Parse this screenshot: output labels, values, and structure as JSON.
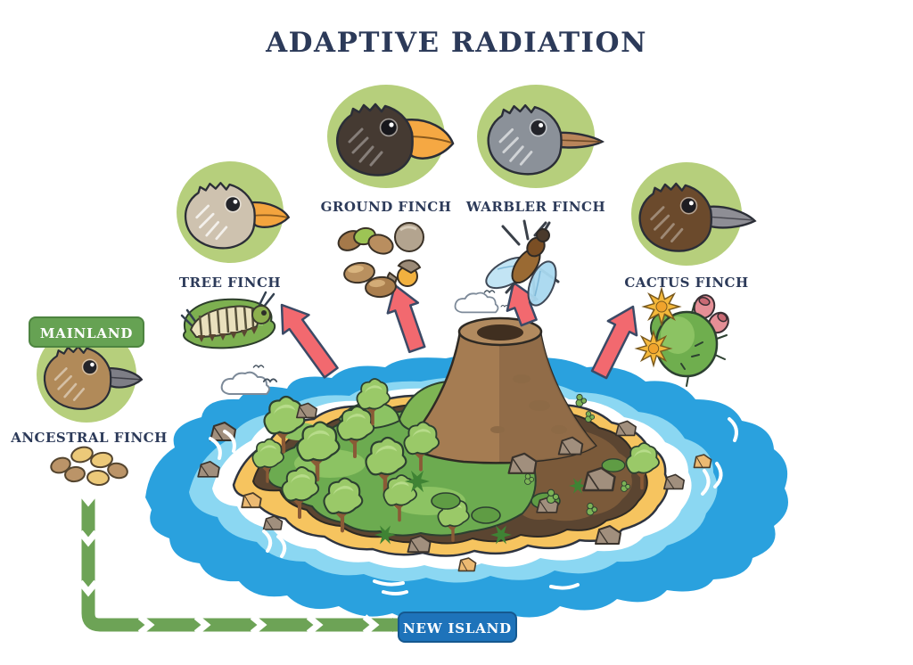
{
  "title": "ADAPTIVE RADIATION",
  "source": {
    "badge": "MAINLAND",
    "species_label": "ANCESTRAL FINCH"
  },
  "destination": {
    "badge": "NEW ISLAND"
  },
  "finches": [
    {
      "label": "TREE FINCH",
      "diet": "caterpillar",
      "head_color": "#cec2af",
      "beak_color": "#f3a43e"
    },
    {
      "label": "GROUND FINCH",
      "diet": "seeds",
      "head_color": "#453a32",
      "beak_color": "#f5a843"
    },
    {
      "label": "WARBLER FINCH",
      "diet": "insect",
      "head_color": "#8b9199",
      "beak_color": "#b9855a"
    },
    {
      "label": "CACTUS FINCH",
      "diet": "cactus",
      "head_color": "#6b4a2c",
      "beak_color": "#8e8e95"
    }
  ],
  "ancestral": {
    "head_color": "#b18a59",
    "beak_color": "#7e7e86"
  },
  "colors": {
    "title_text": "#2c3a59",
    "label_text": "#2c3a59",
    "circle_bg": "#b6cf7c",
    "mainland_badge": "#66a253",
    "new_island_badge": "#1e73ba",
    "badge_text": "#ffffff",
    "arrow": "#f2696f",
    "migration_path": "#6da356",
    "water_outer": "#2aa1de",
    "water_inner": "#8bd7f2",
    "sand": "#f6c45f",
    "soil": "#5b4531",
    "dry_ground": "#7b5a3a",
    "vegetation": "#6cab50",
    "volcano": "#a57c52"
  }
}
